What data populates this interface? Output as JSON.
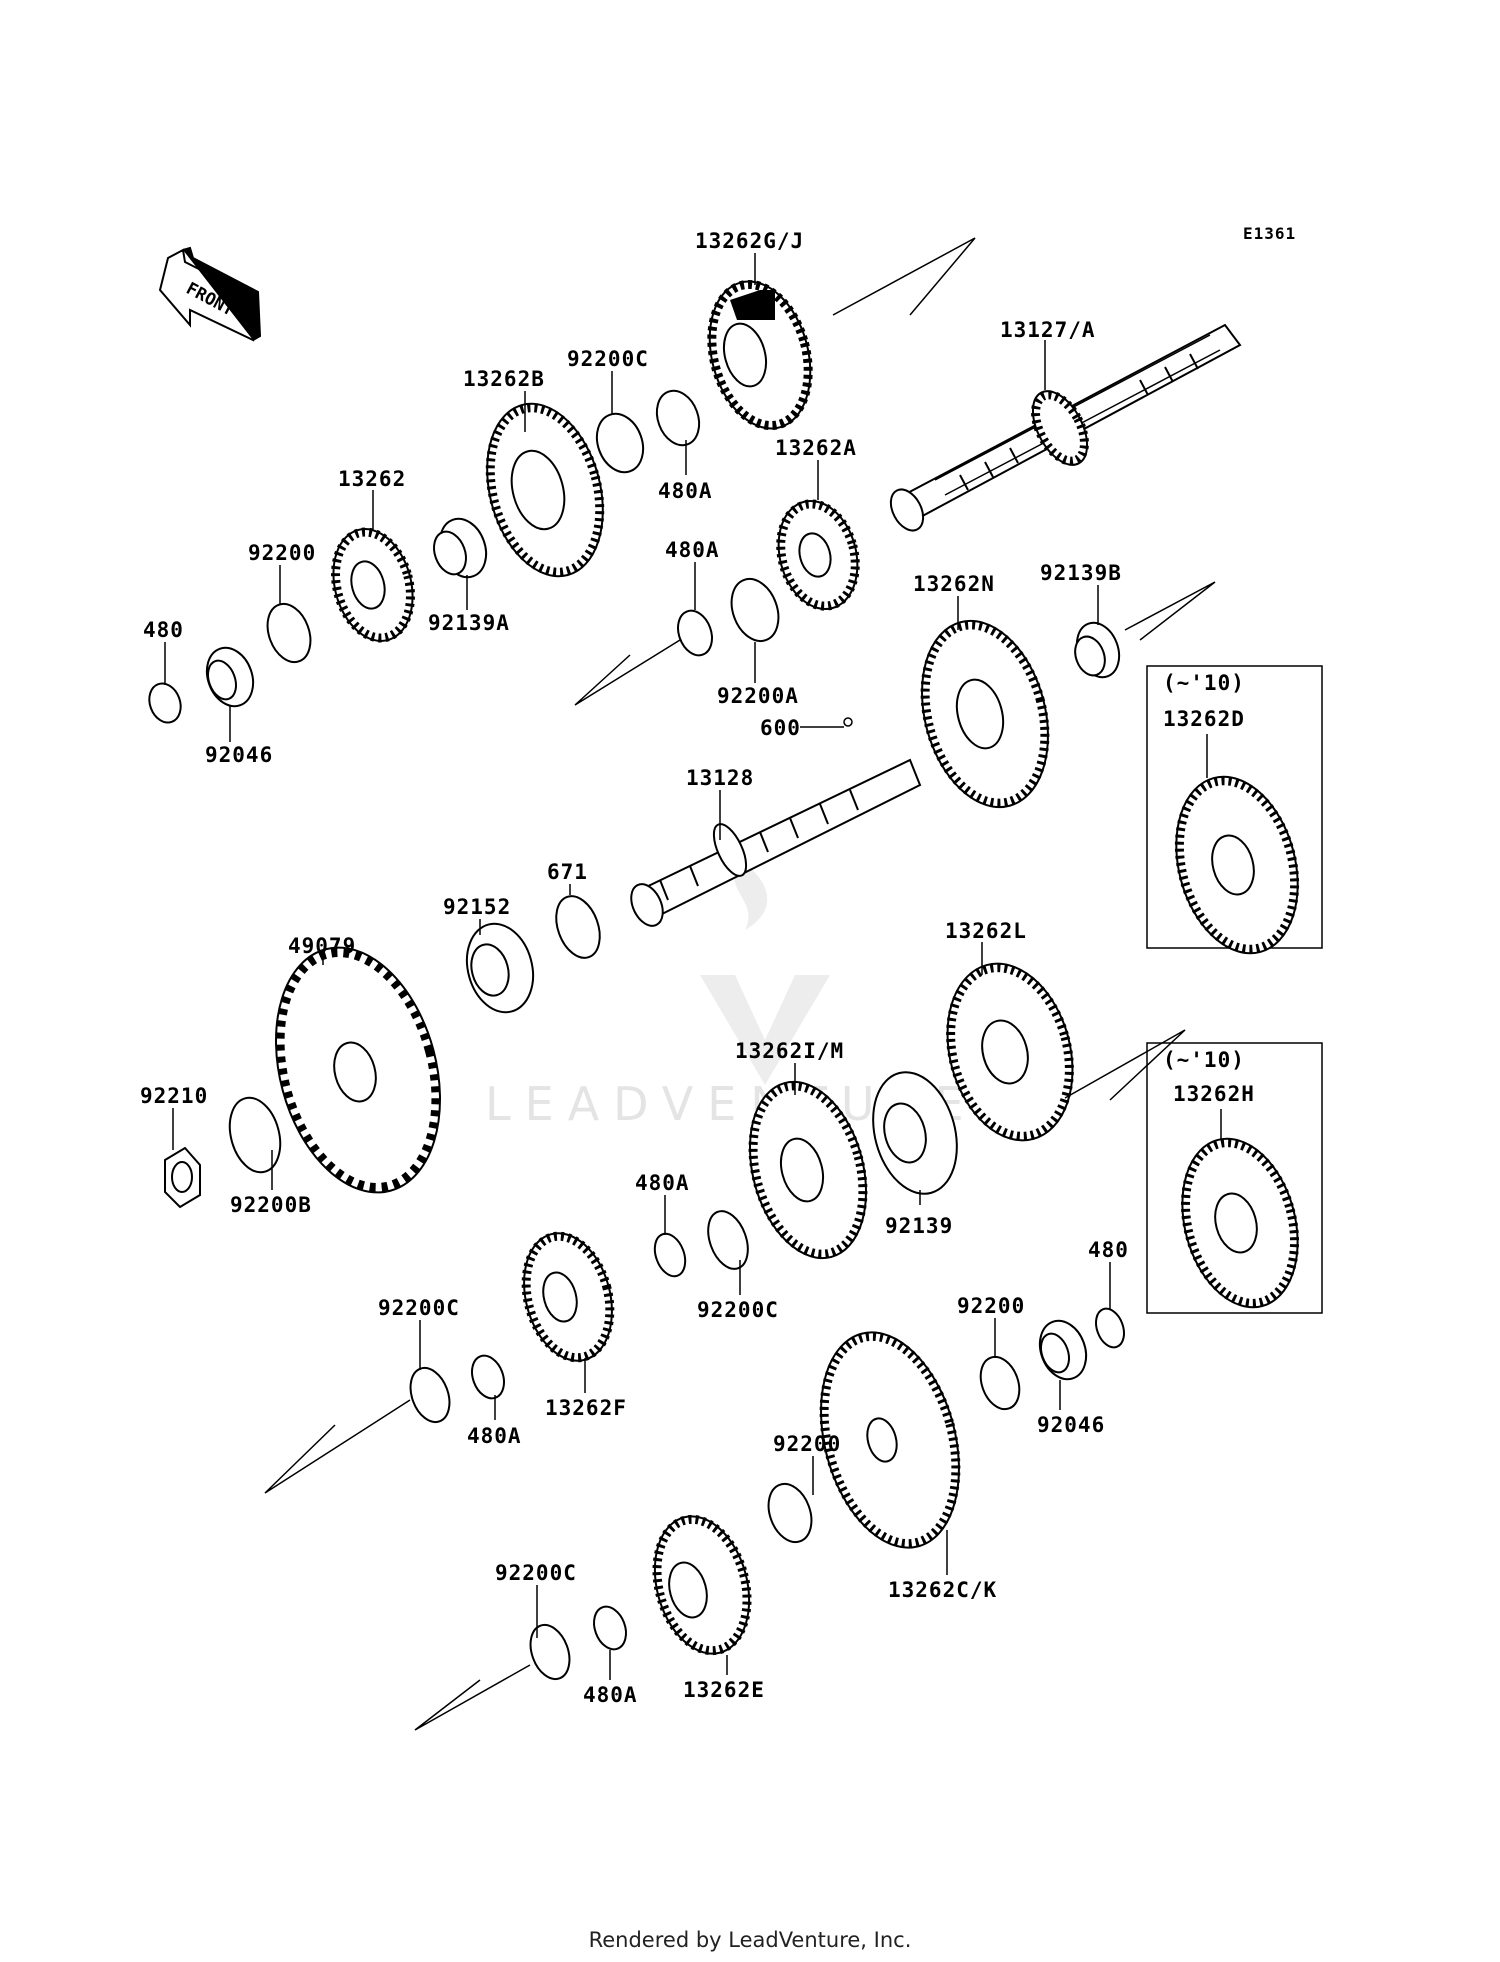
{
  "diagram_code": "E1361",
  "front_label": "FRONT",
  "watermark": "LEADVENTURE",
  "footer": "Rendered by LeadVenture, Inc.",
  "parts": {
    "p13262GJ": "13262G/J",
    "p13127A": "13127/A",
    "p92200C_top": "92200C",
    "p13262B": "13262B",
    "p480A_top": "480A",
    "p13262A": "13262A",
    "p13262": "13262",
    "p92200_top": "92200",
    "p92139A": "92139A",
    "p480_left": "480",
    "p92046_left": "92046",
    "p480A_mid": "480A",
    "p92200A": "92200A",
    "p13262N": "13262N",
    "p92139B": "92139B",
    "p600": "600",
    "p13128": "13128",
    "p671": "671",
    "p92152": "92152",
    "p49079": "49079",
    "p13262L": "13262L",
    "p13262IM": "13262I/M",
    "p92210": "92210",
    "p92200B": "92200B",
    "p480A_low": "480A",
    "p92200C_low": "92200C",
    "p92139": "92139",
    "p92200C_left": "92200C",
    "p480A_left": "480A",
    "p13262F": "13262F",
    "p92200_right": "92200",
    "p480_right": "480",
    "p92046_right": "92046",
    "p92200_bottom": "92200",
    "p13262CK": "13262C/K",
    "p92200C_bottom": "92200C",
    "p480A_bottom": "480A",
    "p13262E": "13262E"
  },
  "inset_top": {
    "note": "(~'10)",
    "part": "13262D"
  },
  "inset_bottom": {
    "note": "(~'10)",
    "part": "13262H"
  }
}
